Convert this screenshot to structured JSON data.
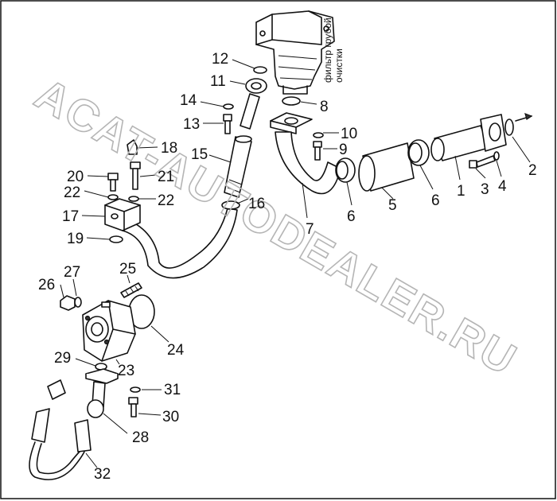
{
  "watermark": "ACAT-AUTODEALER.RU",
  "annotation_ru": [
    "фильтр грубой",
    "очистки"
  ],
  "labels": {
    "l1": "1",
    "l2": "2",
    "l3": "3",
    "l4": "4",
    "l5": "5",
    "l6a": "6",
    "l6b": "6",
    "l7": "7",
    "l8": "8",
    "l9": "9",
    "l10": "10",
    "l11": "11",
    "l12": "12",
    "l13": "13",
    "l14": "14",
    "l15": "15",
    "l16": "16",
    "l17": "17",
    "l18": "18",
    "l19": "19",
    "l20": "20",
    "l21": "21",
    "l22a": "22",
    "l22b": "22",
    "l23": "23",
    "l24": "24",
    "l25": "25",
    "l26": "26",
    "l27": "27",
    "l28": "28",
    "l29": "29",
    "l30": "30",
    "l31": "31",
    "l32": "32"
  }
}
